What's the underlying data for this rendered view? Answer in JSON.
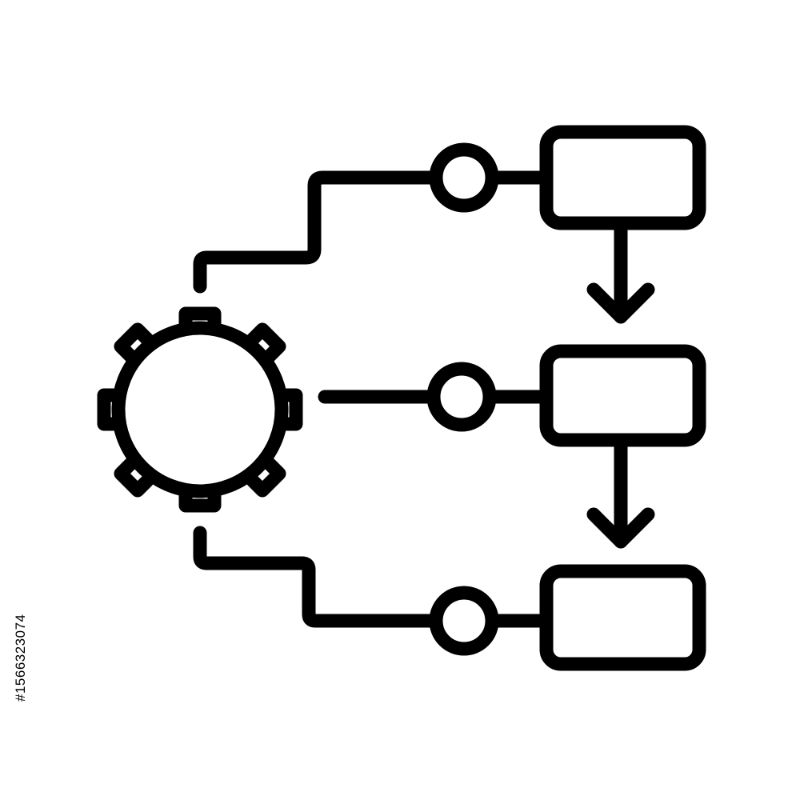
{
  "side_id": "#1566323074",
  "colors": {
    "background": "#ffffff",
    "stroke": "#000000"
  },
  "diagram": {
    "icon": "workflow-process-icon",
    "gear": "gear-icon",
    "branch_nodes": 3,
    "process_boxes": 3,
    "arrows": 2
  }
}
